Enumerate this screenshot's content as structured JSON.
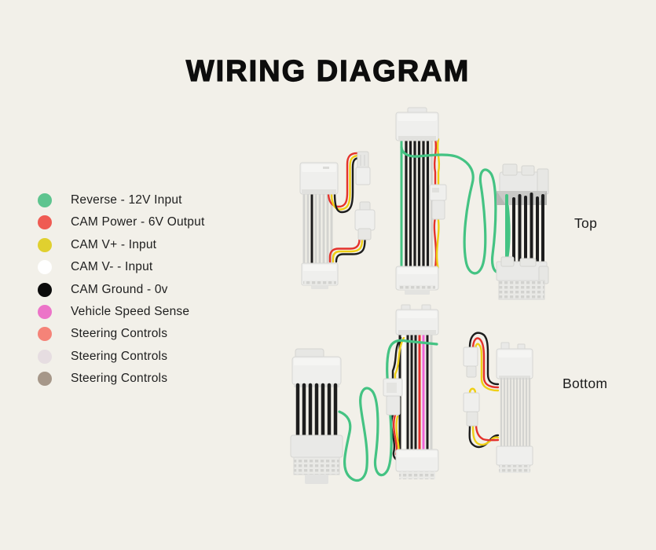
{
  "page": {
    "title": "WIRING DIAGRAM",
    "background": "#f2f0e9"
  },
  "legend": {
    "items": [
      {
        "label": "Reverse - 12V Input",
        "color": "#5ec48f"
      },
      {
        "label": "CAM Power - 6V Output",
        "color": "#ef5b53"
      },
      {
        "label": "CAM V+ - Input",
        "color": "#e0d02f"
      },
      {
        "label": "CAM V- - Input",
        "color": "#ffffff"
      },
      {
        "label": "CAM Ground - 0v",
        "color": "#0b0b0b"
      },
      {
        "label": "Vehicle Speed Sense",
        "color": "#ec74c8"
      },
      {
        "label": "Steering Controls",
        "color": "#f58378"
      },
      {
        "label": "Steering Controls",
        "color": "#e6dde1"
      },
      {
        "label": "Steering Controls",
        "color": "#a69789"
      }
    ]
  },
  "diagram": {
    "top_label": "Top",
    "bottom_label": "Bottom",
    "wire_colors": {
      "green": "#44c383",
      "red": "#e4322b",
      "yellow": "#efcf15",
      "black": "#1d1d1d",
      "pink": "#ef63d6",
      "white": "#fcfcfa",
      "gray": "#d3d3d0"
    }
  }
}
